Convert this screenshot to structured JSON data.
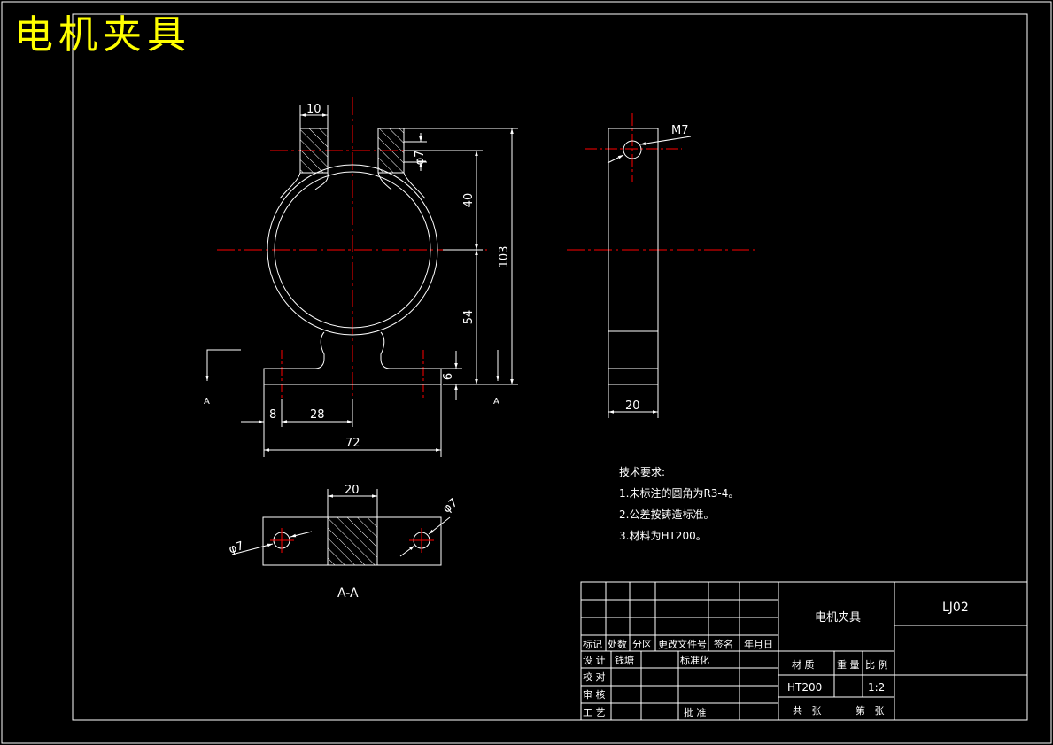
{
  "title": "电机夹具",
  "colors": {
    "background": "#000000",
    "line": "#ffffff",
    "center_line": "#ff0000",
    "title": "#ffff00"
  },
  "dimensions": {
    "d10": "10",
    "d7_top": "φ7",
    "d40": "40",
    "d103": "103",
    "d54": "54",
    "d6": "6",
    "d8": "8",
    "d28": "28",
    "d72": "72",
    "m7": "M7",
    "d20_side": "20",
    "d20_section": "20",
    "d7_left": "φ7",
    "d7_right": "φ7"
  },
  "section_marks": {
    "left": "A",
    "right": "A",
    "section_label": "A-A"
  },
  "tech_requirements": {
    "heading": "技术要求:",
    "items": [
      "1.未标注的圆角为R3-4。",
      "2.公差按铸造标准。",
      "3.材料为HT200。"
    ]
  },
  "title_block": {
    "header_cells": [
      "标记",
      "处数",
      "分区",
      "更改文件号",
      "签名",
      "年月日"
    ],
    "row_design": "设 计",
    "designer": "钱塘",
    "standardization": "标准化",
    "row_check": "校 对",
    "row_review": "审 核",
    "row_process": "工 艺",
    "approve": "批 准",
    "part_name": "电机夹具",
    "drawing_no": "LJ02",
    "material_label": "材 质",
    "weight_label": "重 量",
    "scale_label": "比 例",
    "material": "HT200",
    "scale": "1:2",
    "sheets_total": "共   张",
    "sheet_no": "第   张"
  }
}
